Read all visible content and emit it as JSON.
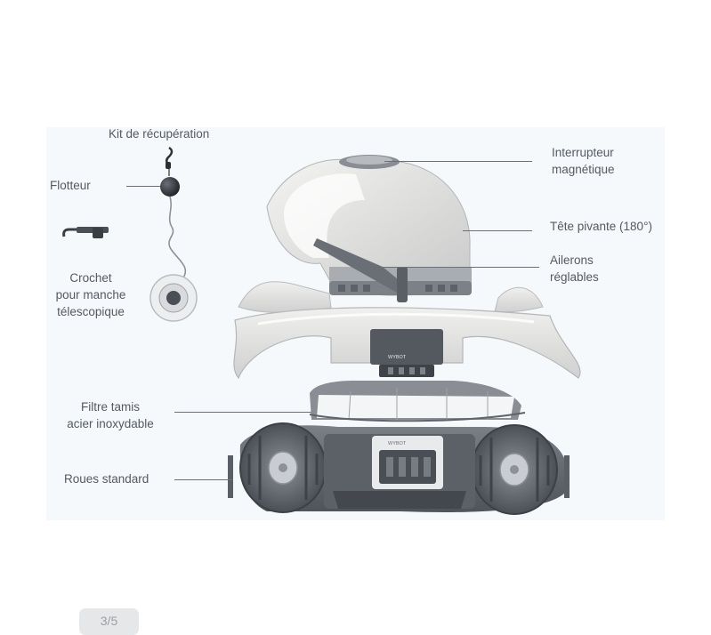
{
  "labels": {
    "kit": "Kit de récupération",
    "flotteur": "Flotteur",
    "crochet_1": "Crochet",
    "crochet_2": "pour manche",
    "crochet_3": "télescopique",
    "interrupteur_1": "Interrupteur",
    "interrupteur_2": "magnétique",
    "tete": "Tête pivante (180°)",
    "ailerons_1": "Ailerons",
    "ailerons_2": "réglables",
    "filtre_1": "Filtre tamis",
    "filtre_2": "acier inoxydable",
    "roues": "Roues standard"
  },
  "brand_mark": "WYBOT",
  "pager": "3/5"
}
